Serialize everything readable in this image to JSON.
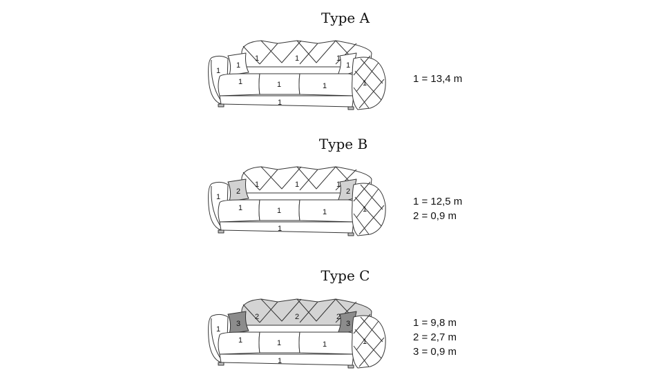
{
  "sofas": [
    {
      "title": "Type A",
      "legend": [
        "1 = 13,4 m"
      ],
      "labels": {
        "arm_left": "1",
        "small_cushion_left": "1",
        "back_left": "1",
        "back_mid": "1",
        "back_right": "1",
        "small_cushion_right": "1",
        "seat_left": "1",
        "seat_mid": "1",
        "seat_right": "1",
        "arm_right": "1",
        "base": "1"
      },
      "fills": {
        "back": "#ffffff",
        "pillow": "#ffffff"
      }
    },
    {
      "title": "Type B",
      "legend": [
        "1 = 12,5 m",
        "2 = 0,9 m"
      ],
      "labels": {
        "arm_left": "1",
        "small_cushion_left": "2",
        "back_left": "1",
        "back_mid": "1",
        "back_right": "1",
        "small_cushion_right": "2",
        "seat_left": "1",
        "seat_mid": "1",
        "seat_right": "1",
        "arm_right": "1",
        "base": "1"
      },
      "fills": {
        "back": "#ffffff",
        "pillow": "#d2d2d2"
      }
    },
    {
      "title": "Type C",
      "legend": [
        "1 = 9,8 m",
        "2 = 2,7 m",
        "3 = 0,9 m"
      ],
      "labels": {
        "arm_left": "1",
        "small_cushion_left": "3",
        "back_left": "2",
        "back_mid": "2",
        "back_right": "2",
        "small_cushion_right": "3",
        "seat_left": "1",
        "seat_mid": "1",
        "seat_right": "1",
        "arm_right": "1",
        "base": "1"
      },
      "fills": {
        "back": "#d4d4d4",
        "pillow": "#8c8c8c"
      }
    }
  ]
}
